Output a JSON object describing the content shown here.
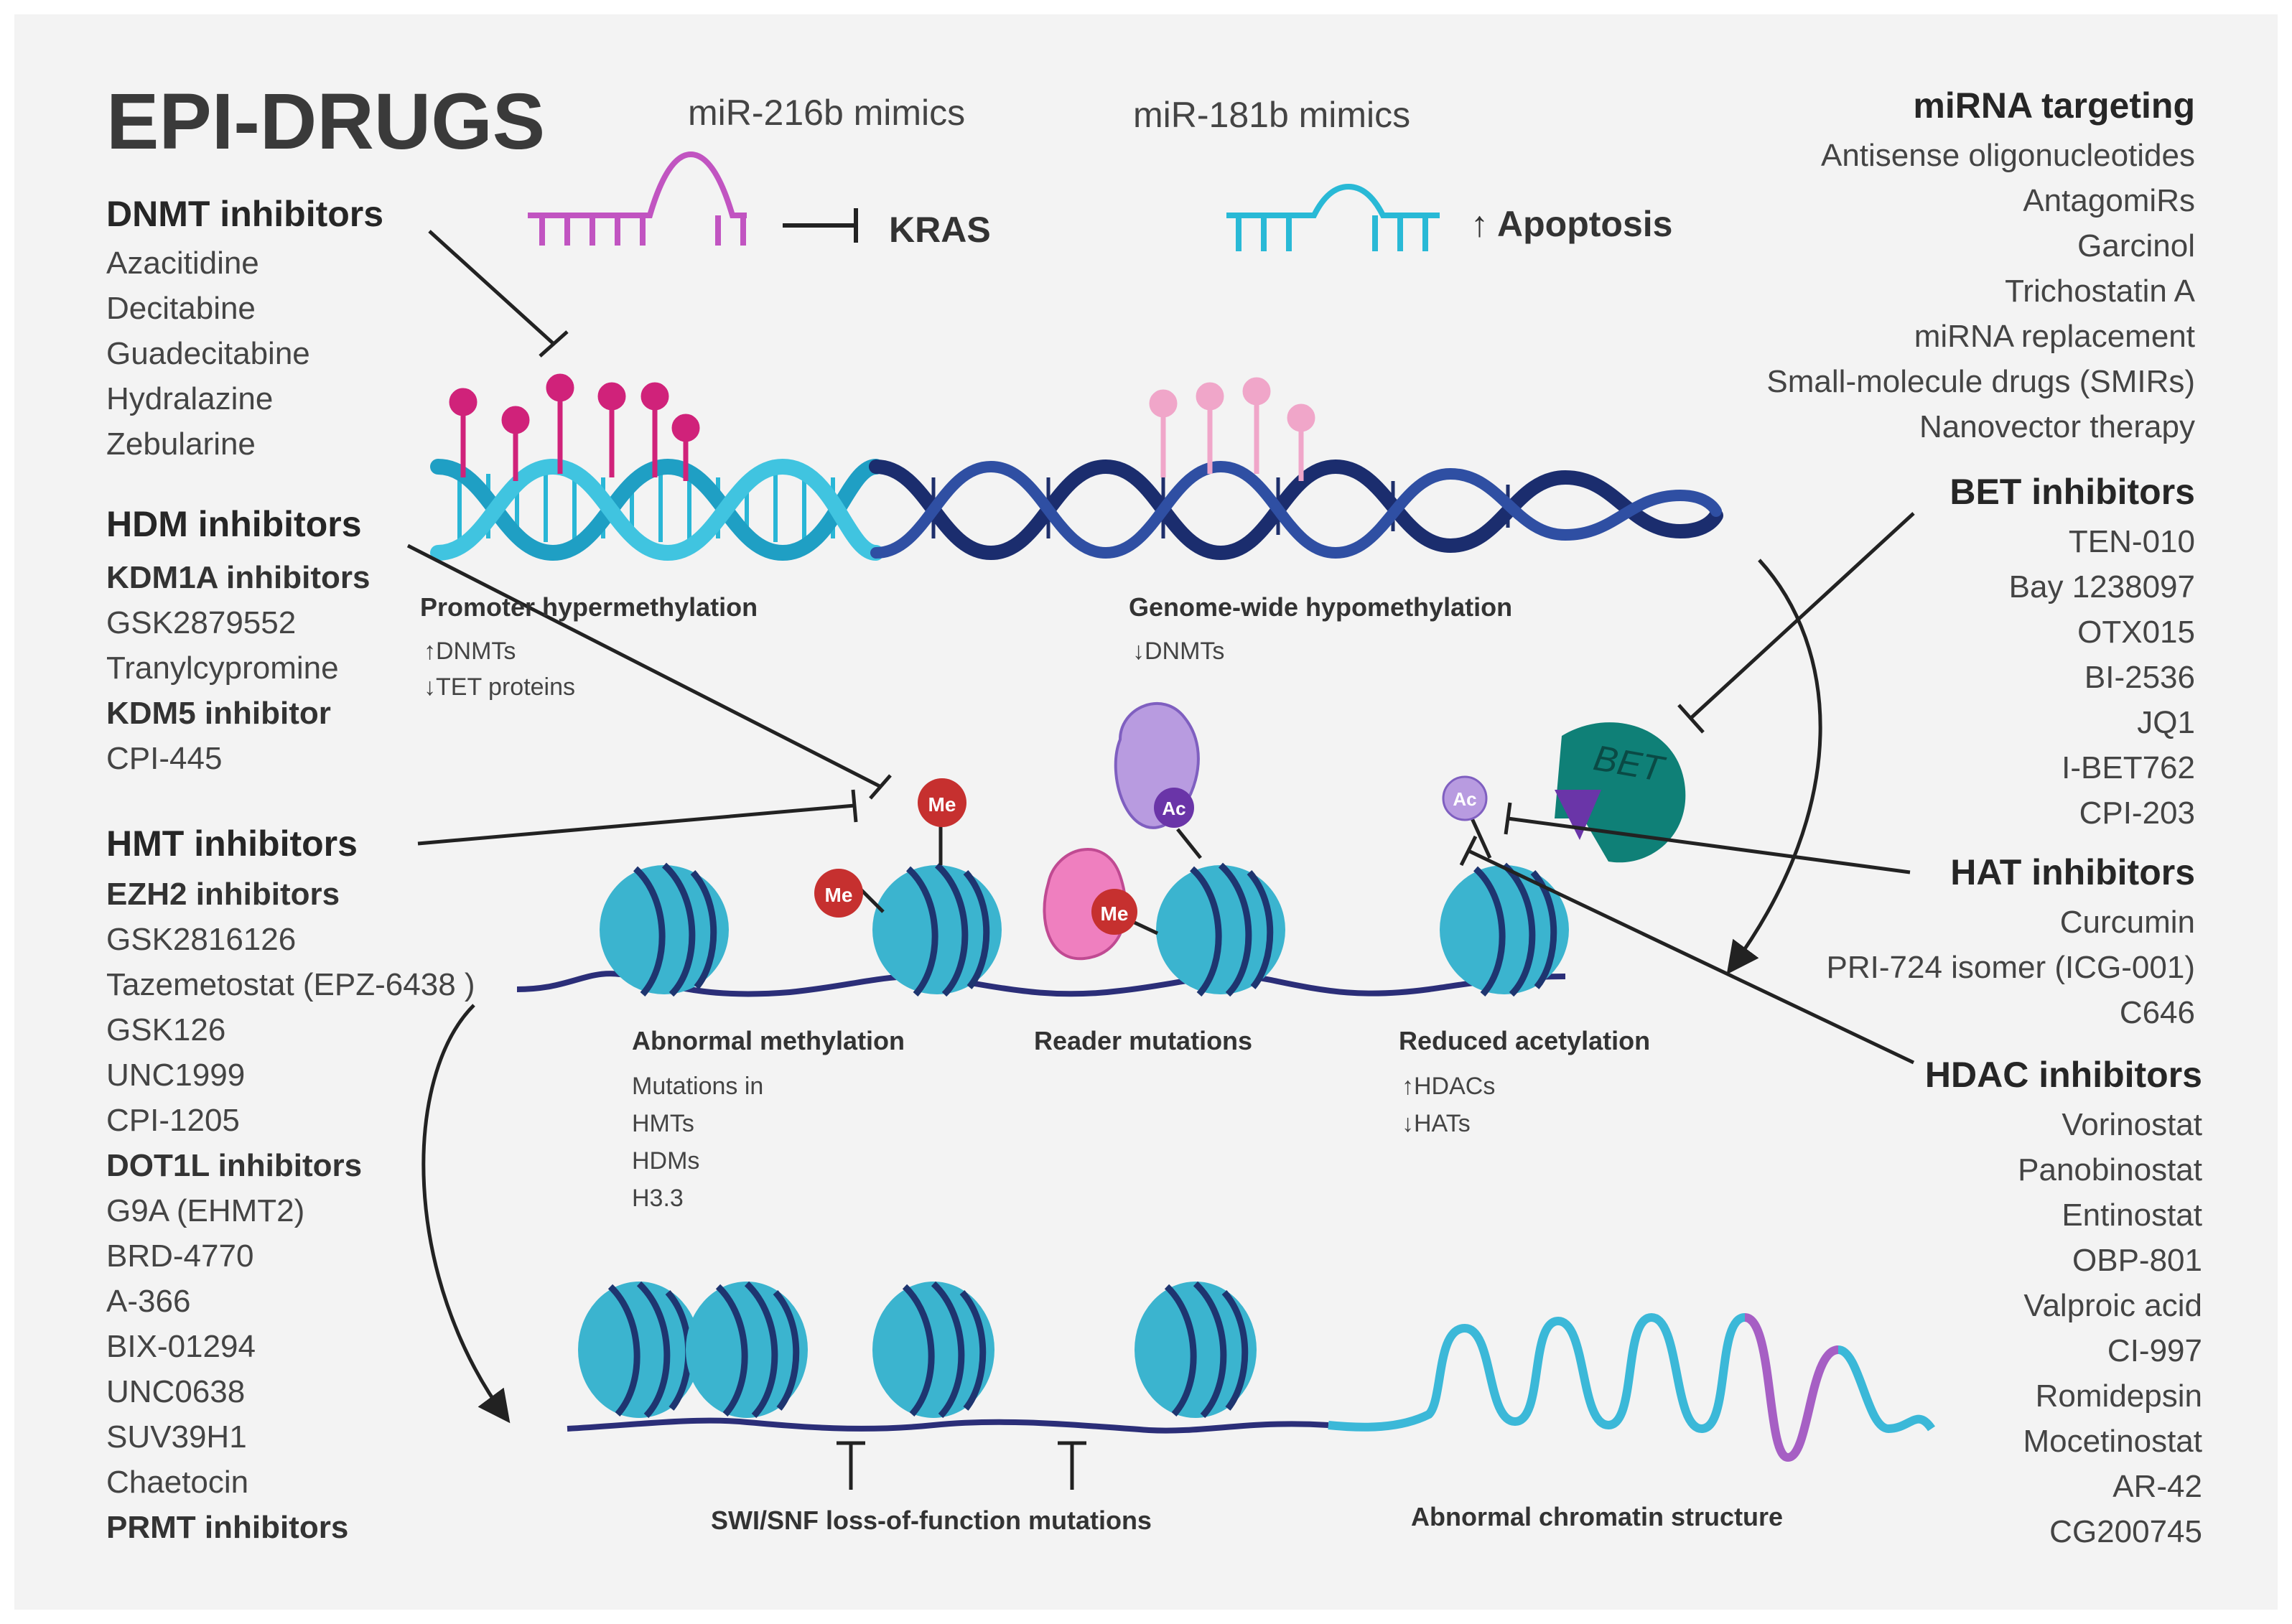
{
  "title": "EPI-DRUGS",
  "mimics": {
    "mir216b": "miR-216b mimics",
    "mir181b": "miR-181b mimics",
    "kras": "KRAS",
    "apoptosis": "↑ Apoptosis"
  },
  "left": {
    "dnmt": {
      "title": "DNMT inhibitors",
      "items": [
        "Azacitidine",
        "Decitabine",
        "Guadecitabine",
        "Hydralazine",
        "Zebularine"
      ]
    },
    "hdm": {
      "title": "HDM inhibitors",
      "kdm1a": "KDM1A inhibitors",
      "kdm1a_items": [
        "GSK2879552",
        "Tranylcypromine"
      ],
      "kdm5": "KDM5 inhibitor",
      "kdm5_items": [
        "CPI-445"
      ]
    },
    "hmt": {
      "title": "HMT inhibitors",
      "ezh2": "EZH2 inhibitors",
      "ezh2_items": [
        "GSK2816126",
        "Tazemetostat (EPZ-6438 )",
        "GSK126",
        "UNC1999",
        "CPI-1205"
      ],
      "dot1l": "DOT1L inhibitors",
      "dot1l_items": [
        "G9A (EHMT2)",
        "BRD-4770",
        "A-366",
        "BIX-01294",
        "UNC0638",
        "SUV39H1",
        "Chaetocin"
      ],
      "prmt": "PRMT inhibitors"
    }
  },
  "right": {
    "mirna": {
      "title": "miRNA targeting",
      "items": [
        "Antisense oligonucleotides",
        "AntagomiRs",
        "Garcinol",
        "Trichostatin A",
        "miRNA replacement",
        "Small-molecule drugs (SMIRs)",
        "Nanovector therapy"
      ]
    },
    "bet": {
      "title": "BET inhibitors",
      "items": [
        "TEN-010",
        "Bay 1238097",
        "OTX015",
        "BI-2536",
        "JQ1",
        "I-BET762",
        "CPI-203"
      ]
    },
    "hat": {
      "title": "HAT inhibitors",
      "items": [
        "Curcumin",
        "PRI-724 isomer (ICG-001)",
        "C646"
      ]
    },
    "hdac": {
      "title": "HDAC inhibitors",
      "items": [
        "Vorinostat",
        "Panobinostat",
        "Entinostat",
        "OBP-801",
        "Valproic acid",
        "CI-997",
        "Romidepsin",
        "Mocetinostat",
        "AR-42",
        "CG200745"
      ]
    }
  },
  "dna": {
    "promoter": "Promoter hypermethylation",
    "promoter_notes": [
      "↑DNMTs",
      "↓TET proteins"
    ],
    "genome": "Genome-wide hypomethylation",
    "genome_notes": [
      "↓DNMTs"
    ]
  },
  "nucleosomes": {
    "me": "Me",
    "ac": "Ac",
    "bet": "BET",
    "abnormal_methylation": "Abnormal methylation",
    "am_notes": [
      "Mutations in",
      "HMTs",
      "HDMs",
      "H3.3"
    ],
    "reader": "Reader mutations",
    "reduced_acetylation": "Reduced acetylation",
    "ra_notes": [
      "↑HDACs",
      "↓HATs"
    ]
  },
  "bottom": {
    "swi": "SWI/SNF loss-of-function mutations",
    "chromatin": "Abnormal chromatin structure"
  },
  "colors": {
    "background": "#f3f3f3",
    "nucleosome": "#3bb4cf",
    "dna_light": "#29b6d6",
    "dna_dark": "#1e2f6b",
    "methyl_magenta": "#d0227a",
    "methyl_pink": "#f0a6c9",
    "me_red": "#c6302f",
    "mir216b": "#c154c1",
    "mir181b": "#29b9d6",
    "bet": "#0f8077",
    "reader_purple": "#b89be0",
    "reader_pink": "#ef7fbf"
  }
}
